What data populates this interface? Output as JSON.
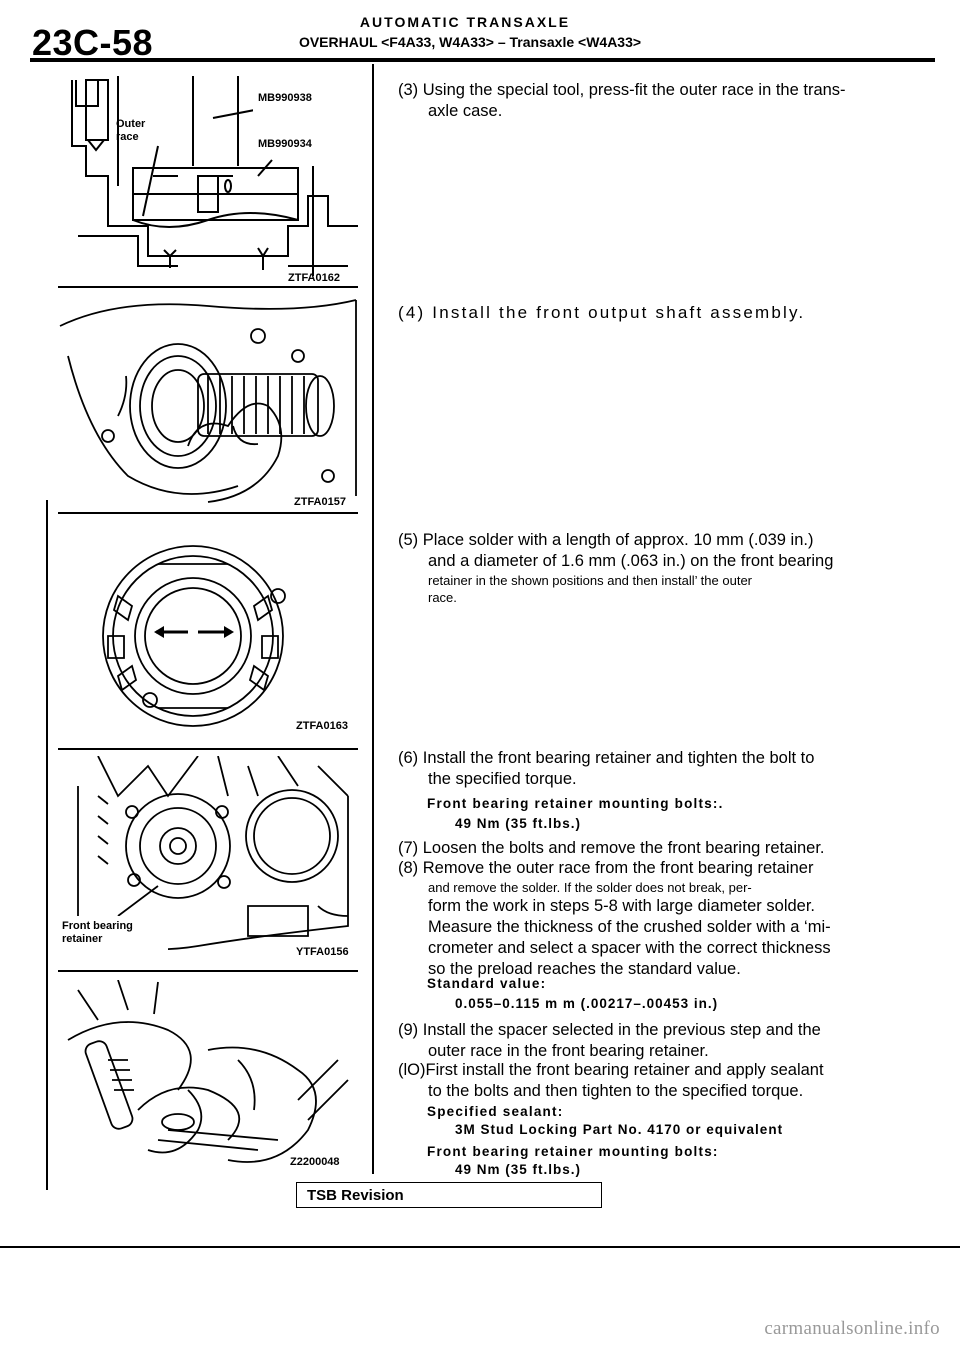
{
  "header": {
    "page_number": "23C-58",
    "section_title": "AUTOMATIC TRANSAXLE",
    "subtitle": "OVERHAUL <F4A33, W4A33> – Transaxle <W4A33>"
  },
  "figures": [
    {
      "id": "ZTFA0162",
      "labels": {
        "outer_race": "Outer race",
        "tool_1": "MB990938",
        "tool_2": "MB990934"
      }
    },
    {
      "id": "ZTFA0157"
    },
    {
      "id": "ZTFA0163"
    },
    {
      "id": "YTFA0156",
      "labels": {
        "front_bearing_retainer": "Front bearing retainer"
      }
    },
    {
      "id": "Z2200048"
    }
  ],
  "steps": {
    "s3": {
      "line1": "(3)  Using the special tool, press-fit the outer race in the trans-",
      "line2": "axle case."
    },
    "s4": {
      "text": "(4) Install the front output shaft assembly."
    },
    "s5": {
      "line1": "(5) Place solder with a length of approx. 10 mm (.039 in.)",
      "line2": "and a diameter of 1.6 mm (.063 in.) on the front bearing",
      "line3": "retainer in the shown positions and then install’ the outer",
      "line4": "race."
    },
    "s6": {
      "line1": "(6) Install the front bearing retainer and tighten the bolt to",
      "line2": "the specified torque."
    },
    "spec1": {
      "label": "Front bearing retainer mounting bolts:.",
      "value": "49 Nm (35 ft.lbs.)"
    },
    "s7": {
      "text": "(7) Loosen the bolts and remove the front bearing retainer."
    },
    "s8": {
      "line1": "(8) Remove the outer race from the front bearing retainer",
      "line2": "and remove the solder. If the solder does not break, per-",
      "line3": "form the work in steps 5-8 with large diameter solder.",
      "line4": "Measure the thickness of the crushed solder with a ‘mi-",
      "line5": "crometer and select a spacer with the correct thickness",
      "line6": "so the preload reaches the standard value."
    },
    "spec2": {
      "label": "Standard value:",
      "value": "0.055–0.115 m m (.00217–.00453 in.)"
    },
    "s9": {
      "line1": "(9) Install the spacer selected in the previous step and the",
      "line2": "outer race in the front bearing retainer."
    },
    "s10": {
      "line1": "(lO)First install the front bearing retainer and apply sealant",
      "line2": "to the bolts and then tighten to the specified torque."
    },
    "spec3": {
      "label": "Specified sealant:",
      "value": "3M Stud Locking Part No. 4170 or equivalent"
    },
    "spec4": {
      "label": "Front bearing retainer mounting bolts:",
      "value": "49 Nm (35 ft.lbs.)"
    }
  },
  "footer": {
    "tsb_label": "TSB Revision",
    "watermark": "carmanualsonline.info"
  }
}
